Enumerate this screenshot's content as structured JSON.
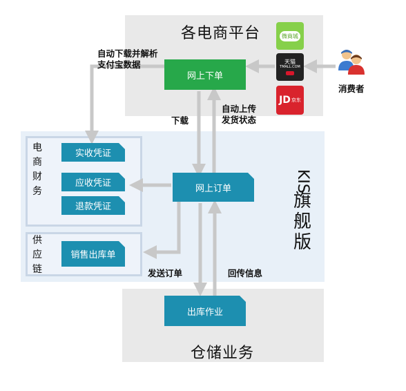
{
  "platforms": {
    "title": "各电商平台",
    "online_order": "网上下单",
    "icons": {
      "wechat": {
        "name": "wechat-store-icon",
        "label": "微商城",
        "color": "#86d04a"
      },
      "tmall": {
        "name": "tmall-icon",
        "label": "天猫",
        "sub": "TMALL.COM",
        "color": "#222222"
      },
      "jd": {
        "name": "jd-icon",
        "label": "JD",
        "sub": "京东",
        "color": "#d9232d"
      }
    }
  },
  "consumer": {
    "label": "消费者"
  },
  "edges": {
    "auto_download": [
      "自动下载并解析",
      "支付宝数据"
    ],
    "download": "下载",
    "auto_upload": [
      "自动上传",
      "发货状态"
    ],
    "send_order": "发送订单",
    "return_info": "回传信息"
  },
  "kis": {
    "title": [
      "KIS",
      "旗",
      "舰",
      "版"
    ],
    "online_order": "网上订单"
  },
  "finance": {
    "label": [
      "电",
      "商",
      "财",
      "务"
    ],
    "items": [
      "实收凭证",
      "应收凭证",
      "退款凭证"
    ]
  },
  "supply": {
    "label": [
      "供",
      "应",
      "链"
    ],
    "item": "销售出库单"
  },
  "warehouse": {
    "title": "仓储业务",
    "task": "出库作业"
  },
  "colors": {
    "green_box": "#27a84a",
    "teal_box": "#1d8fb0",
    "gray_panel": "#e9e9e9",
    "blue_panel": "#e8f0f8",
    "arrow": "#c8c8c8"
  }
}
